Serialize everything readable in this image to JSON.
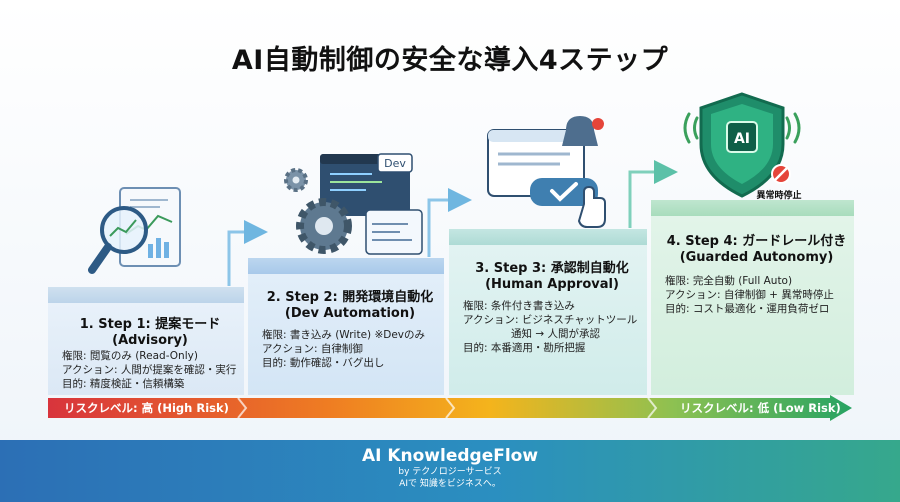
{
  "title": "AI自動制御の安全な導入4ステップ",
  "steps": [
    {
      "title_line1": "1. Step 1: 提案モード",
      "title_line2": "(Advisory)",
      "lines": [
        "権限: 閲覧のみ (Read-Only)",
        "アクション: 人間が提案を確認・実行",
        "目的: 精度検証・信頼構築"
      ],
      "icon": "magnifier-chart-document-icon"
    },
    {
      "title_line1": "2. Step 2: 開発環境自動化",
      "title_line2": "(Dev Automation)",
      "lines": [
        "権限: 書き込み (Write) ※Devのみ",
        "アクション: 自律制御",
        "目的: 動作確認・バグ出し"
      ],
      "icon": "gears-code-window-icon",
      "icon_label": "Dev"
    },
    {
      "title_line1": "3. Step 3: 承認制自動化",
      "title_line2": "(Human Approval)",
      "lines": [
        "権限: 条件付き書き込み",
        "アクション: ビジネスチャットツール",
        "通知 → 人間が承認",
        "目的: 本番適用・勘所把握"
      ],
      "icon": "chat-bell-approve-icon"
    },
    {
      "title_line1": "4. Step 4: ガードレール付き",
      "title_line2": "(Guarded Autonomy)",
      "lines": [
        "権限: 完全自動 (Full Auto)",
        "アクション: 自律制御 + 異常時停止",
        "目的: コスト最適化・運用負荷ゼロ"
      ],
      "icon": "ai-shield-icon",
      "icon_label": "AI",
      "badge": "異常時停止"
    }
  ],
  "risk": {
    "high": "リスクレベル: 高 (High Risk)",
    "low": "リスクレベル: 低 (Low Risk)",
    "colors": [
      "#d8343c",
      "#ef7d22",
      "#f4b41c",
      "#8cc152",
      "#27a363"
    ]
  },
  "footer": {
    "brand": "AI KnowledgeFlow",
    "by": "by テクノロジーサービス",
    "tagline": "AIで 知識をビジネスへ。"
  }
}
